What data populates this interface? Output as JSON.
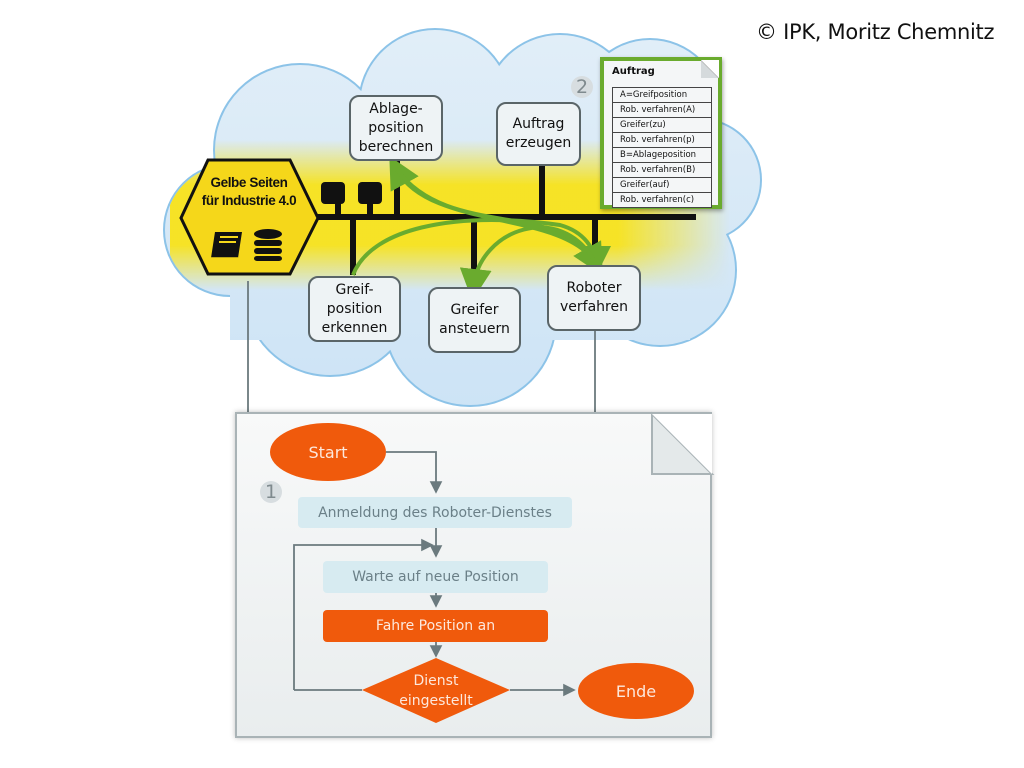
{
  "copyright": "© IPK, Moritz Chemnitz",
  "colors": {
    "cloud_fill": "#d4e7f7",
    "cloud_outline": "#8cc3e8",
    "highlight_yellow": "#f7e21a",
    "hexagon_yellow": "#f5d71a",
    "bus_black": "#111111",
    "arrow_green": "#6aab2e",
    "flow_orange": "#f05a0c",
    "flow_light_blue": "#d7ebf1",
    "connector_grey": "#6b7a7e"
  },
  "registry": {
    "label": "Gelbe Seiten\nfür Industrie 4.0",
    "icons": [
      "book-icon",
      "database-icon"
    ]
  },
  "services": {
    "ablage": "Ablage-\nposition\nberechnen",
    "auftrag": "Auftrag\nerzeugen",
    "greifposition": "Greif-\nposition\nerkennen",
    "greifer": "Greifer\nansteuern",
    "roboter": "Roboter\nverfahren"
  },
  "order": {
    "badge": "2",
    "title": "Auftrag",
    "steps": [
      "A=Greifposition",
      "Rob. verfahren(A)",
      "Greifer(zu)",
      "Rob. verfahren(p)",
      "B=Ablageposition",
      "Rob. verfahren(B)",
      "Greifer(auf)",
      "Rob. verfahren(c)"
    ]
  },
  "flowchart": {
    "badge": "1",
    "start": "Start",
    "register": "Anmeldung des Roboter-Dienstes",
    "wait": "Warte auf neue Position",
    "move": "Fahre Position an",
    "decision": "Dienst\neingestellt",
    "end": "Ende"
  }
}
